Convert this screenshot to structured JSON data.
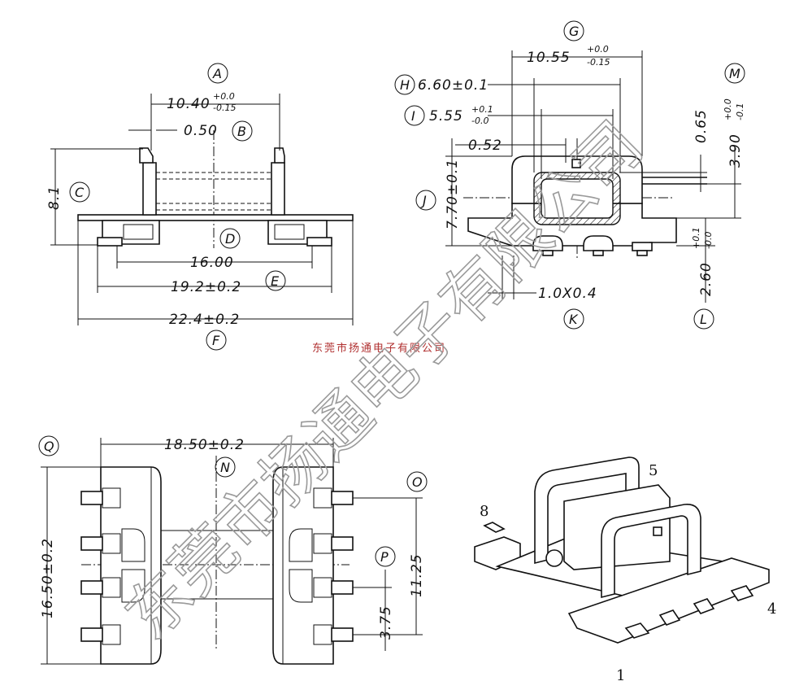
{
  "front_view": {
    "A": {
      "circle": "A",
      "value": "10.40",
      "tol_upper": "+0.0",
      "tol_lower": "-0.15"
    },
    "B": {
      "circle": "B",
      "value": "0.50"
    },
    "C": {
      "circle": "C",
      "value": "8.1"
    },
    "D": {
      "circle": "D",
      "value": "16.00"
    },
    "E": {
      "circle": "E",
      "value": "19.2±0.2"
    },
    "F": {
      "circle": "F",
      "value": "22.4±0.2"
    }
  },
  "side_view": {
    "G": {
      "circle": "G",
      "value": "10.55",
      "tol_upper": "+0.0",
      "tol_lower": "-0.15"
    },
    "H": {
      "circle": "H",
      "value": "6.60±0.1"
    },
    "I": {
      "circle": "I",
      "value": "5.55",
      "tol_upper": "+0.1",
      "tol_lower": "-0.0"
    },
    "J": {
      "circle": "J",
      "value": "7.70±0.1"
    },
    "K": {
      "circle": "K",
      "value": "1.0X0.4"
    },
    "L": {
      "circle": "L",
      "value": "2.60",
      "tol_upper": "+0.1",
      "tol_lower": "-0.0"
    },
    "M": {
      "circle": "M",
      "value": "3.90",
      "tol_upper": "+0.0",
      "tol_lower": "-0.1"
    },
    "d052": "0.52",
    "d065": "0.65"
  },
  "bottom_view": {
    "N": {
      "circle": "N",
      "value": "18.50±0.2"
    },
    "O": {
      "circle": "O",
      "value": "11.25"
    },
    "P": {
      "circle": "P",
      "value": "3.75"
    },
    "Q": {
      "circle": "Q",
      "value": "16.50±0.2"
    }
  },
  "iso_view": {
    "pin_labels": [
      "8",
      "5",
      "4",
      "1"
    ]
  },
  "watermark": {
    "big": "东莞市扬通电子有限公司",
    "small": "东莞市扬通电子有限公司"
  }
}
